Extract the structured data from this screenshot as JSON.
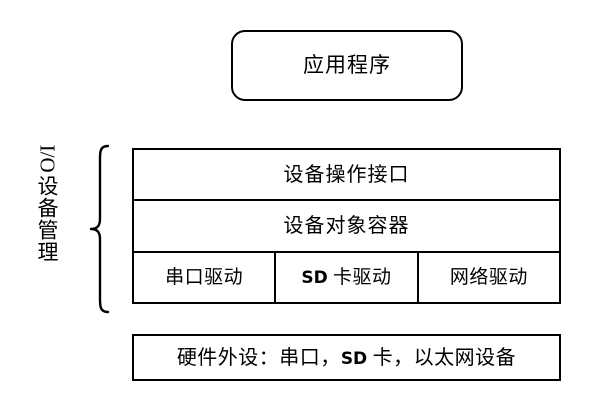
{
  "diagram": {
    "background_color": "#ffffff",
    "stroke_color": "#000000",
    "application_box": {
      "label": "应用程序"
    },
    "side_label": {
      "latin": "I/O",
      "cjk": "设备管理",
      "full": "I/O 设备管理"
    },
    "brace": {
      "name": "left-curly-brace"
    },
    "stack_rows": [
      {
        "label": "设备操作接口"
      },
      {
        "label": "设备对象容器"
      }
    ],
    "driver_cells": [
      {
        "label": "串口驱动",
        "prefix": "",
        "suffix": "串口驱动"
      },
      {
        "label": "SD 卡驱动",
        "prefix": "SD",
        "suffix": " 卡驱动"
      },
      {
        "label": "网络驱动",
        "prefix": "",
        "suffix": "网络驱动"
      }
    ],
    "hardware_box": {
      "label": "硬件外设：串口，SD 卡，以太网设备",
      "part1": "硬件外设：串口，",
      "prefix": "SD",
      "part2": " 卡，以太网设备"
    }
  }
}
